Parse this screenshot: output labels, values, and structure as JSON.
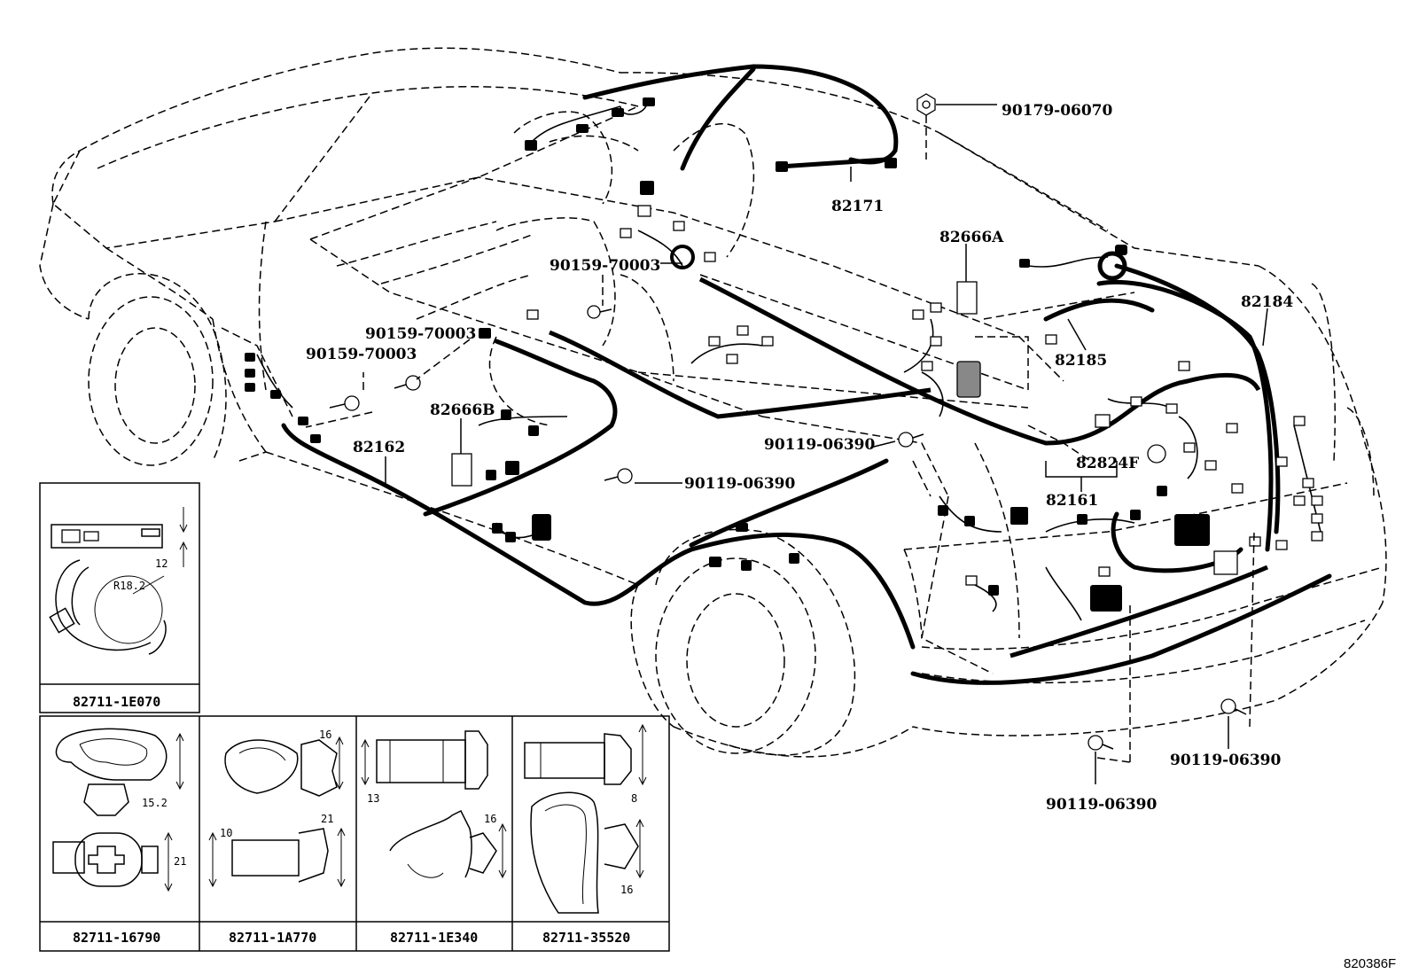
{
  "diagram_code": "820386F",
  "callouts": {
    "p90179_06070": "90179-06070",
    "p82171": "82171",
    "p82666A": "82666A",
    "p90159_70003_a": "90159-70003",
    "p90159_70003_b": "90159-70003",
    "p90159_70003_c": "90159-70003",
    "p82184": "82184",
    "p82185": "82185",
    "p82666B": "82666B",
    "p82162": "82162",
    "p90119_06390_a": "90119-06390",
    "p90119_06390_b": "90119-06390",
    "p82824F": "82824F",
    "p82161": "82161",
    "p90119_06390_c": "90119-06390",
    "p90119_06390_d": "90119-06390"
  },
  "detail_boxes": [
    {
      "part": "82711-1E070",
      "dims": [
        "12",
        "R18.2"
      ]
    },
    {
      "part": "82711-16790",
      "dims": [
        "15.2",
        "21"
      ]
    },
    {
      "part": "82711-1A770",
      "dims": [
        "16",
        "10",
        "21"
      ]
    },
    {
      "part": "82711-1E340",
      "dims": [
        "13",
        "16"
      ]
    },
    {
      "part": "82711-35520",
      "dims": [
        "8",
        "16"
      ]
    }
  ]
}
